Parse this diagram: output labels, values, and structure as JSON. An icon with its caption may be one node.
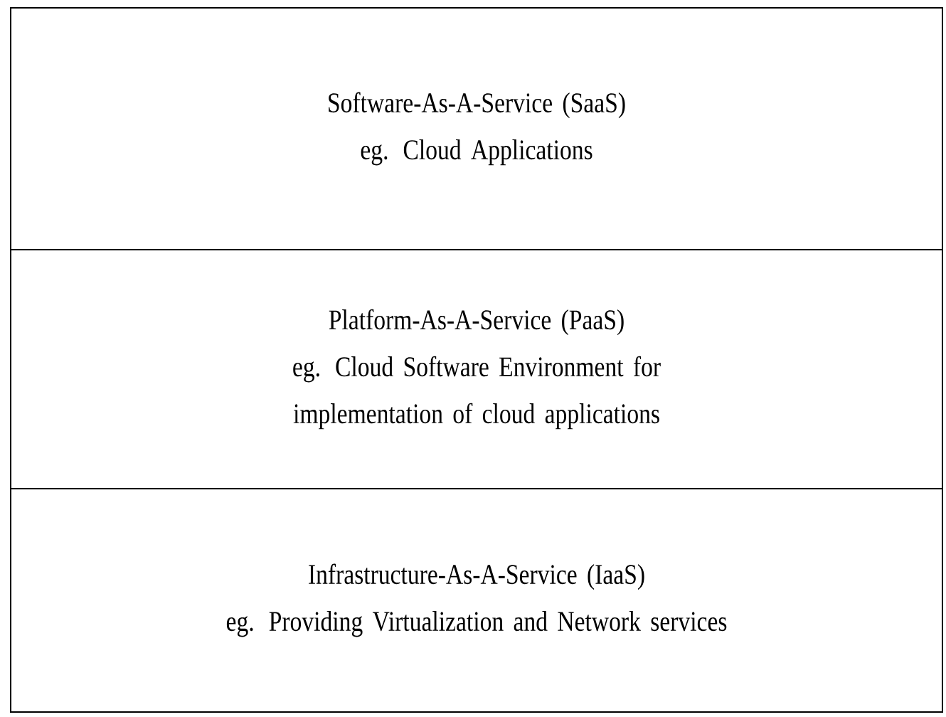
{
  "diagram": {
    "nodes": [
      {
        "text": [
          "Software-As-A-Service (SaaS)",
          "eg. Cloud Applications"
        ]
      },
      {
        "text": [
          "Platform-As-A-Service (PaaS)",
          "eg. Cloud Software Environment for implementation of cloud applications"
        ]
      },
      {
        "text": [
          "Infrastructure-As-A-Service (IaaS)",
          "eg. Providing Virtualization and Network services"
        ]
      }
    ]
  }
}
